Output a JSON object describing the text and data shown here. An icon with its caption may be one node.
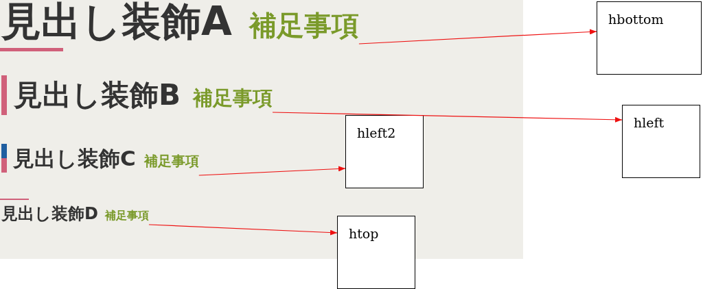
{
  "diagram": {
    "nodes": [
      {
        "text": [],
        "shape": "box"
      },
      {
        "text": [
          "見出し装飾A",
          "補足事項"
        ],
        "in": 0
      },
      {
        "text": [
          "見出し装飾B",
          "補足事項"
        ],
        "in": 0
      },
      {
        "text": [
          "見出し装飾C",
          "補足事項"
        ],
        "in": 0
      },
      {
        "text": [
          "見出し装飾D",
          "補足事項"
        ],
        "in": 0
      },
      {
        "text": [
          "hbottom"
        ]
      },
      {
        "text": [
          "hleft"
        ]
      },
      {
        "text": [
          "hleft2"
        ],
        "in": 0
      },
      {
        "text": [
          "htop"
        ]
      }
    ],
    "edges": [
      {
        "from": 1,
        "to": 5,
        "arrow": "to"
      },
      {
        "from": 2,
        "to": 6,
        "arrow": "to"
      },
      {
        "from": 3,
        "to": 7,
        "arrow": "to"
      },
      {
        "from": 4,
        "to": 8,
        "arrow": "to"
      }
    ]
  }
}
